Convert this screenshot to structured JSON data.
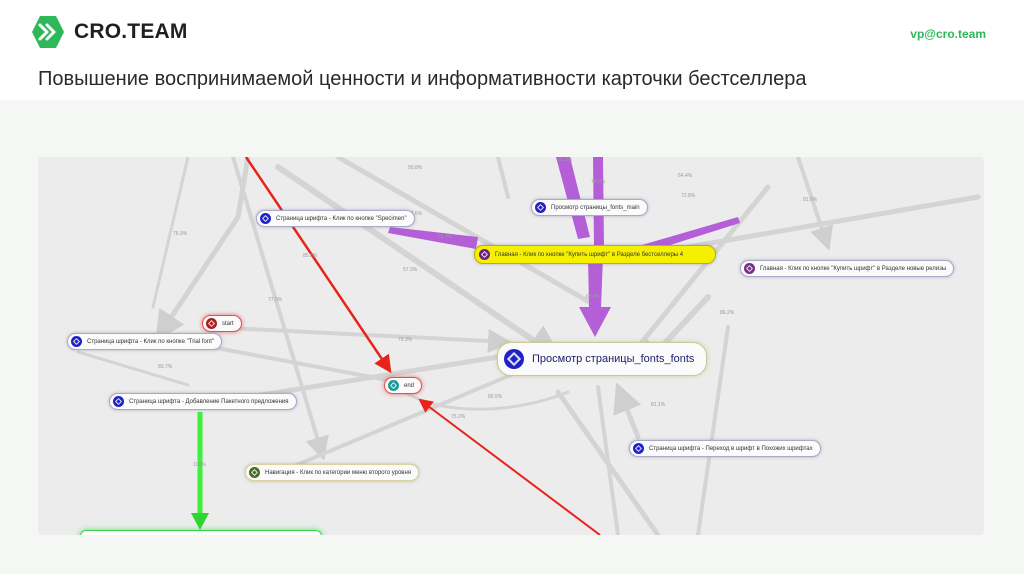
{
  "brand": {
    "name": "CRO.TEAM",
    "contact": "vp@cro.team",
    "accent": "#2fb85a"
  },
  "slide": {
    "title": "Повышение воспринимаемой ценности и информативности карточки бестселлера"
  },
  "nodes": {
    "specimen": "Страница шрифта - Клик по кнопке \"Specimen\"",
    "fonts_main": "Просмотр страницы_fonts_main",
    "buy_bestsellers": "Главная - Клик по кнопке \"Купить шрифт\" в Разделе бестселлеры 4",
    "buy_new": "Главная - Клик по кнопке \"Купить шрифт\" в Разделе новые релизы",
    "start": "start",
    "trial": "Страница шрифта - Клик по кнопке \"Trial font\"",
    "fonts_fonts": "Просмотр страницы_fonts_fonts",
    "end": "end",
    "bundle": "Страница шрифта - Добавление Пакетного предложения",
    "similar": "Страница шрифта - Переход в шрифт в Похожих шрифтах",
    "nav_menu": "Навигация - Клик по категории меню второго уровня"
  },
  "edge_labels": [
    "76.9%",
    "85.5%",
    "77.5%",
    "50.8%",
    "82.6%",
    "76.4%",
    "57.3%",
    "79.3%",
    "85.8%",
    "78.8%",
    "64.4%",
    "72.8%",
    "81.6%",
    "68.4%",
    "86.2%",
    "83.7%",
    "100%",
    "80.5%",
    "75.2%",
    "81.1%"
  ],
  "colors": {
    "purple": "#b45fd8",
    "red": "#e8231c",
    "green": "#3cf03c",
    "highlight": "#f5f000",
    "node_blue": "#1f22c8"
  }
}
